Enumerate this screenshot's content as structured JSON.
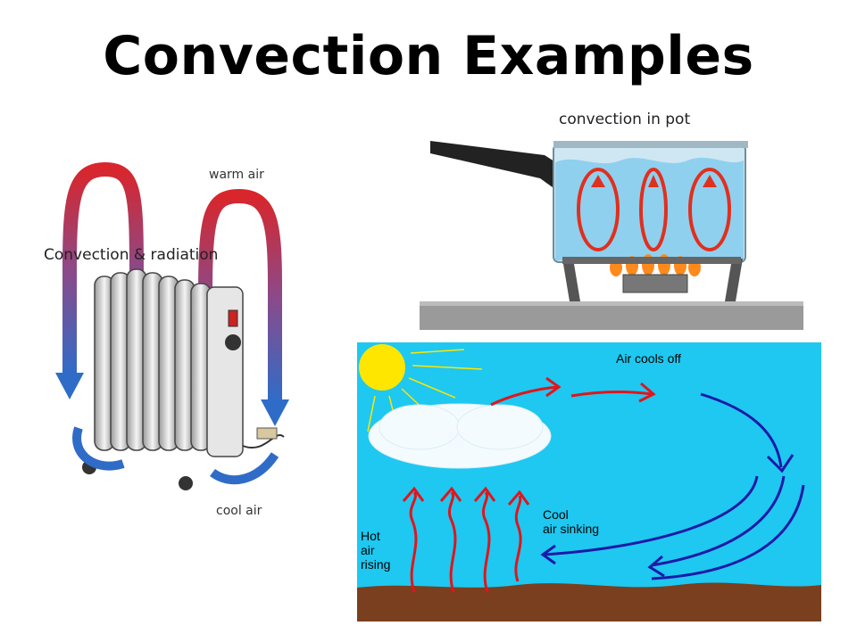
{
  "slide": {
    "title": "Convection Examples"
  },
  "captions": {
    "pot": "convection in pot",
    "radiator": "Convection & radiation"
  },
  "radiator_labels": {
    "warm": "warm air",
    "cool": "cool air"
  },
  "sky_labels": {
    "air_cools": "Air cools off",
    "cool_line1": "Cool",
    "cool_line2": "air sinking",
    "hot_line1": "Hot",
    "hot_line2": "air",
    "hot_line3": "rising"
  },
  "colors": {
    "sky": "#1ec8f0",
    "ground": "#7a3f1e",
    "sun": "#ffe600",
    "warm_arrow": "#d8262c",
    "cool_arrow": "#2f6cc8",
    "heat_arrow": "#e0151d",
    "sink_arrow": "#1c1aa8",
    "water": "#8fd0ef",
    "flame": "#ff8a1c"
  }
}
